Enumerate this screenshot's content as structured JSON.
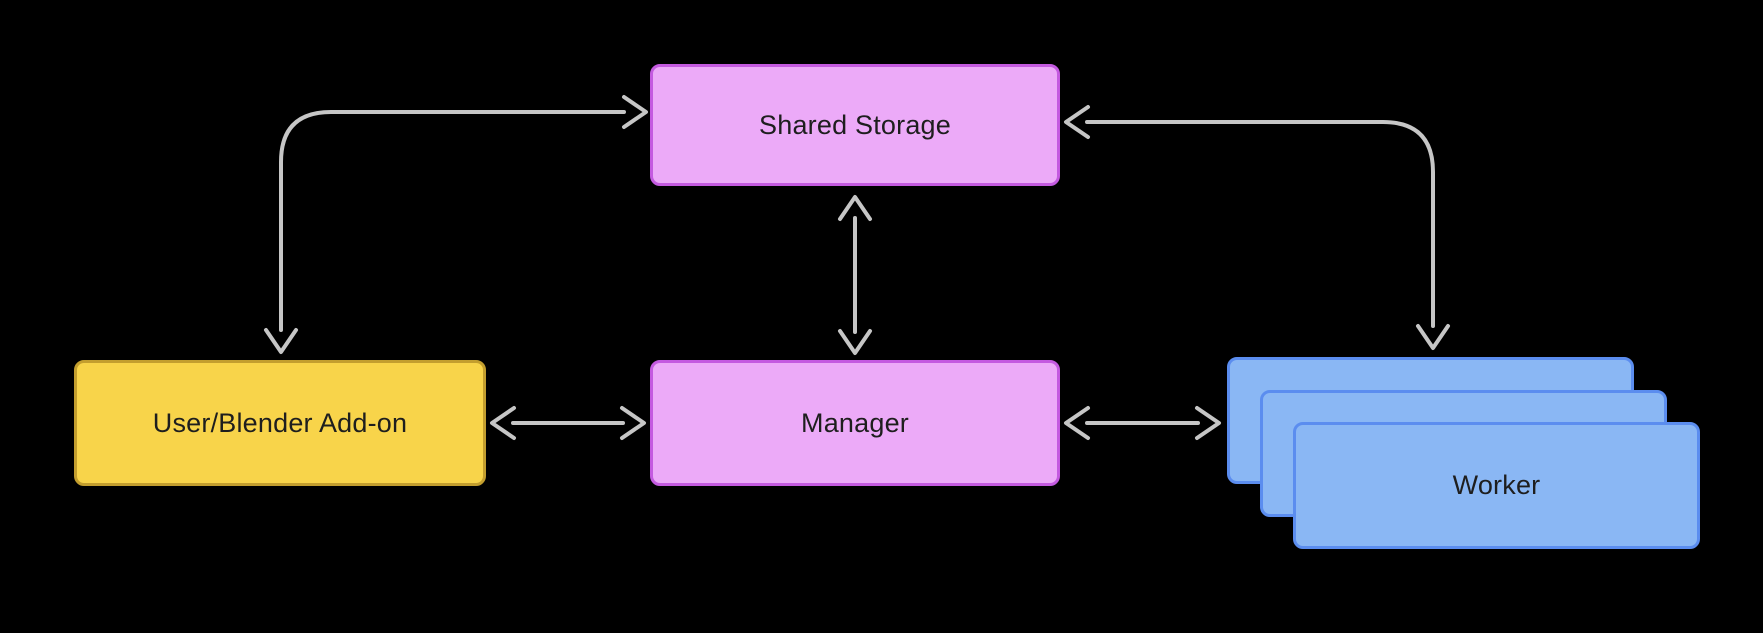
{
  "diagram": {
    "background_color": "#000000",
    "arrow_color": "#c6c6c6",
    "nodes": {
      "shared_storage": {
        "label": "Shared Storage",
        "fill": "#ecaaf8",
        "border": "#c45ae0"
      },
      "user_blender_addon": {
        "label": "User/Blender Add-on",
        "fill": "#f8d44a",
        "border": "#c39e2e"
      },
      "manager": {
        "label": "Manager",
        "fill": "#ecaaf8",
        "border": "#c45ae0"
      },
      "worker": {
        "label": "Worker",
        "fill": "#8ab7f4",
        "border": "#5b8def",
        "stack_count": 3
      }
    },
    "edges": [
      {
        "from": "user_blender_addon",
        "to": "shared_storage",
        "bidirectional": true,
        "style": "curved"
      },
      {
        "from": "manager",
        "to": "shared_storage",
        "bidirectional": true,
        "style": "straight-vertical"
      },
      {
        "from": "user_blender_addon",
        "to": "manager",
        "bidirectional": true,
        "style": "straight-horizontal"
      },
      {
        "from": "manager",
        "to": "worker",
        "bidirectional": true,
        "style": "straight-horizontal"
      },
      {
        "from": "worker",
        "to": "shared_storage",
        "bidirectional": true,
        "style": "curved"
      }
    ]
  }
}
